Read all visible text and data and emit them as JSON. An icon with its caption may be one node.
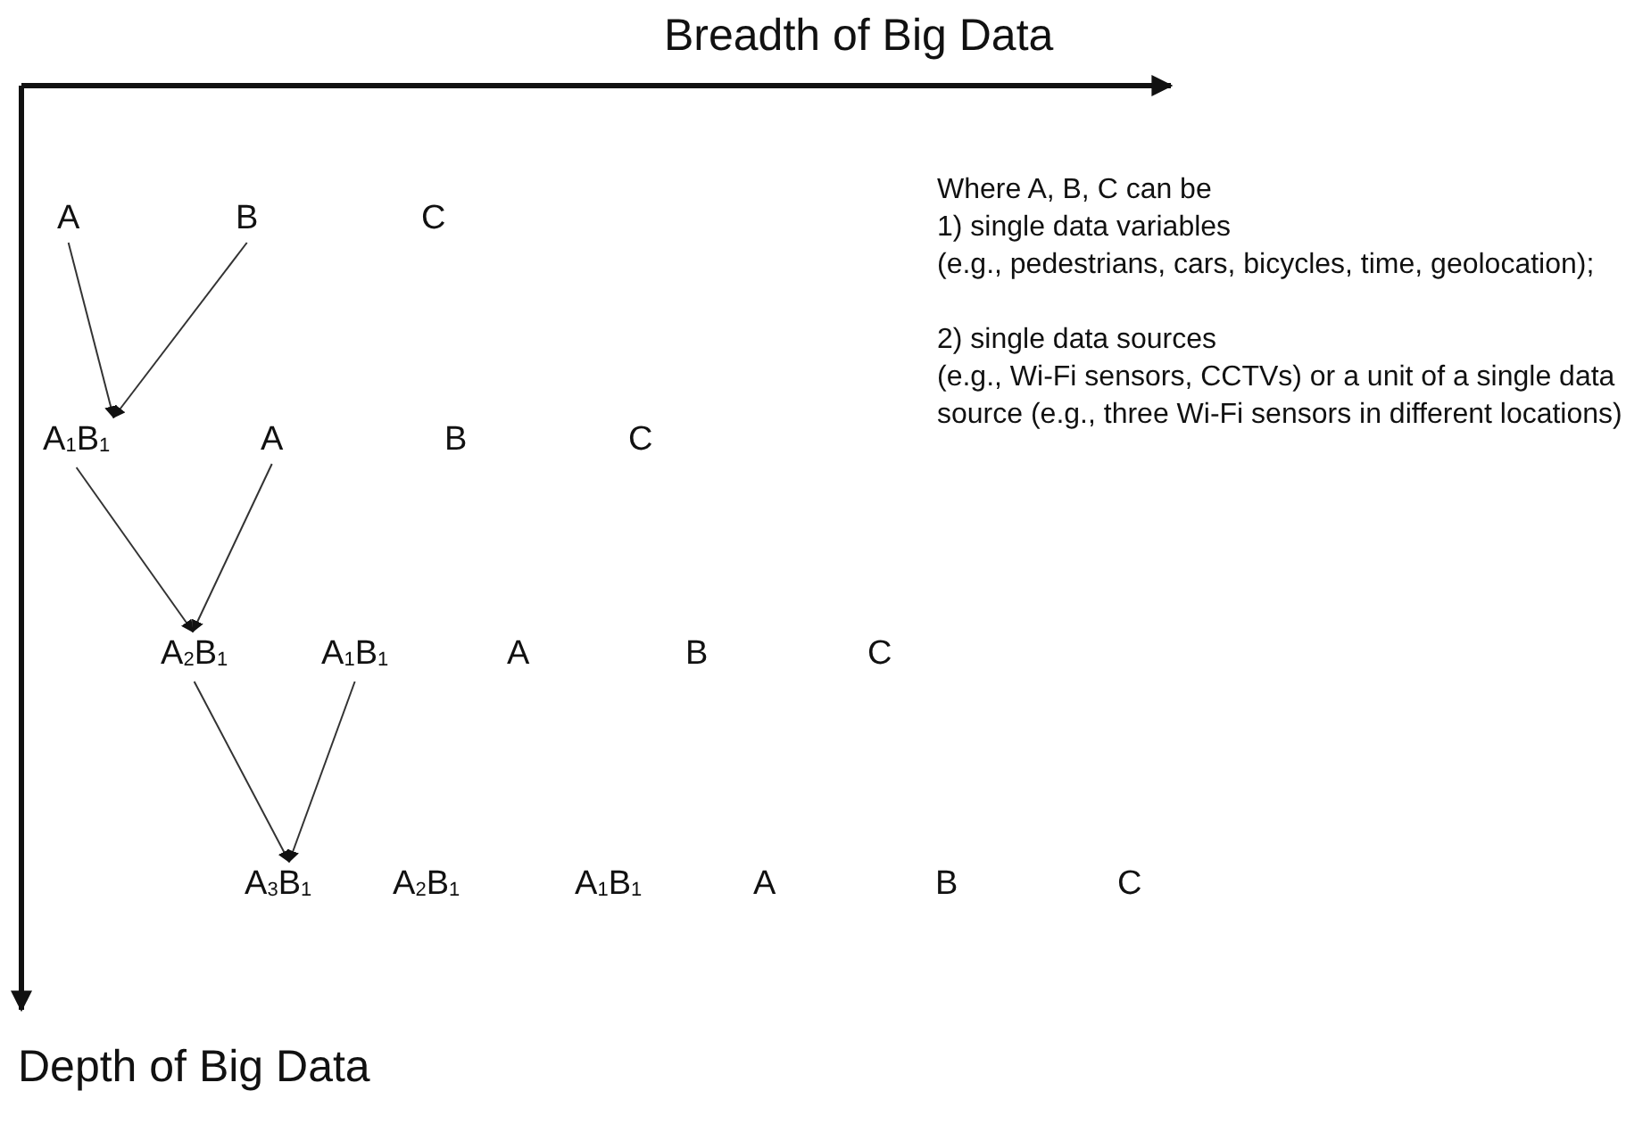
{
  "diagram": {
    "nodes": [
      {
        "text": [
          "A"
        ]
      },
      {
        "text": [
          "B"
        ]
      },
      {
        "text": [
          "C"
        ]
      },
      {
        "text": [
          "A$_{1}$B$_{1}$"
        ]
      },
      {
        "text": [
          "A"
        ]
      },
      {
        "text": [
          "B"
        ]
      },
      {
        "text": [
          "C"
        ]
      },
      {
        "text": [
          "A$_{2}$B$_{1}$"
        ]
      },
      {
        "text": [
          "A$_{1}$B$_{1}$"
        ]
      },
      {
        "text": [
          "A"
        ]
      },
      {
        "text": [
          "B"
        ]
      },
      {
        "text": [
          "C"
        ]
      },
      {
        "text": [
          "A$_{3}$B$_{1}$"
        ]
      },
      {
        "text": [
          "A$_{2}$B$_{1}$"
        ]
      },
      {
        "text": [
          "A$_{1}$B$_{1}$"
        ]
      },
      {
        "text": [
          "A"
        ]
      },
      {
        "text": [
          "B"
        ]
      },
      {
        "text": [
          "C"
        ]
      }
    ],
    "edges": [
      {
        "from": 0,
        "to": 3,
        "arrow": "to"
      },
      {
        "from": 1,
        "to": 3,
        "arrow": "to"
      },
      {
        "from": 3,
        "to": 7,
        "arrow": "to"
      },
      {
        "from": 4,
        "to": 7,
        "arrow": "to"
      },
      {
        "from": 7,
        "to": 12,
        "arrow": "to"
      },
      {
        "from": 8,
        "to": 12,
        "arrow": "to"
      }
    ],
    "labels": [
      "Breadth of Big Data",
      "Where A, B, C can be",
      "1)   single data variables",
      "(e.g., pedestrians, cars, bicycles, time, geolocation);",
      "2) single data sources",
      "(e.g., Wi-Fi sensors, CCTVs) or a unit of a single data source (e.g., three Wi-Fi sensors in different locations)",
      "Depth of Big Data"
    ]
  }
}
